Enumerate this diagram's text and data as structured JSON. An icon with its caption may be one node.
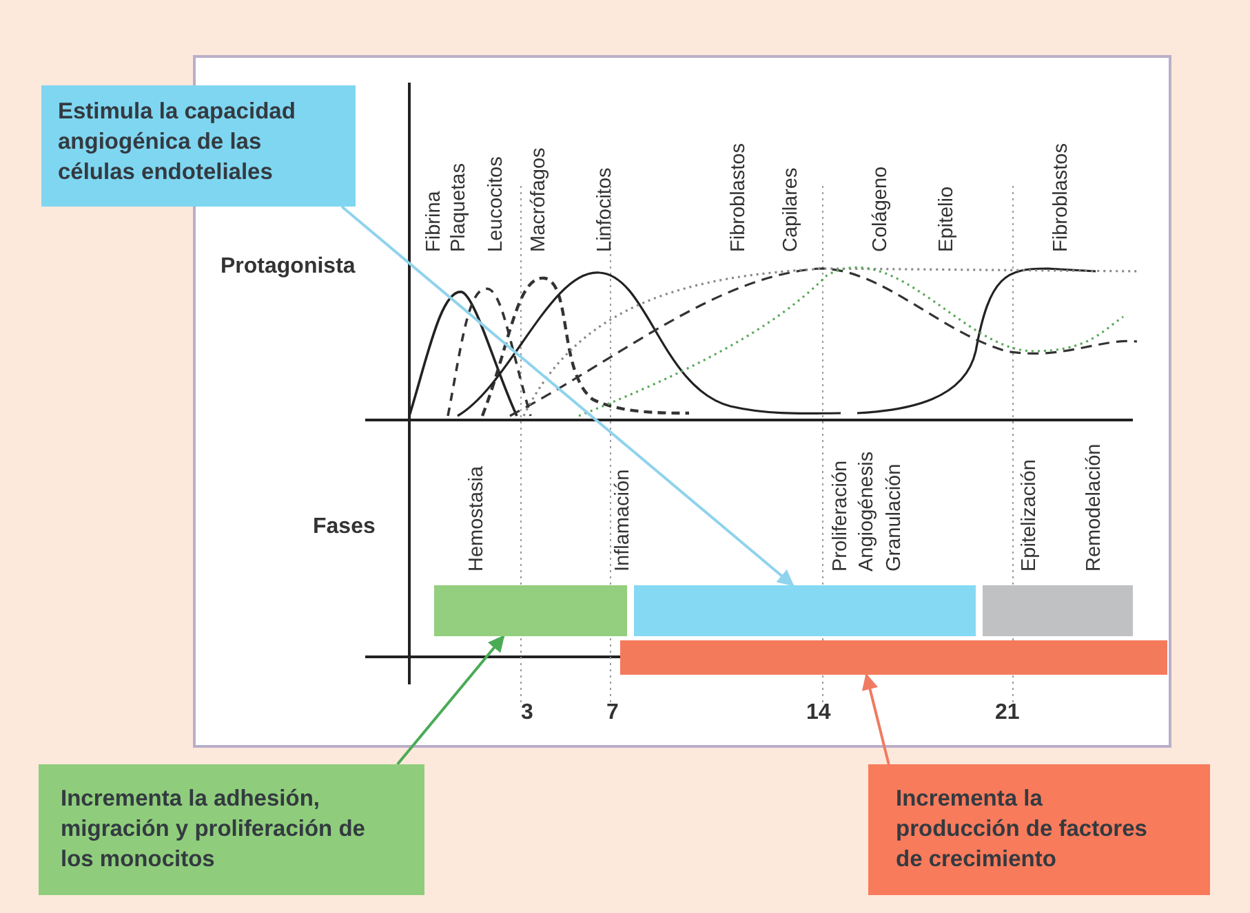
{
  "diagram": {
    "nodes": [
      {
        "text": [
          "Estimula la capacidad angiogénica de las células endoteliales"
        ]
      },
      {
        "text": [],
        "shape": "bar"
      },
      {
        "text": [],
        "shape": "bar"
      },
      {
        "text": [],
        "shape": "bar"
      },
      {
        "text": [],
        "shape": "bar"
      },
      {
        "text": [
          "Incrementa la adhesión, migración y proliferación de los monocitos"
        ]
      },
      {
        "text": [
          "Incrementa la producción de factores de crecimiento"
        ]
      }
    ],
    "edges": [
      {
        "from": 0,
        "to": 2,
        "arrow": "to",
        "color": "#8fd3ec"
      },
      {
        "from": 5,
        "to": 1,
        "arrow": "to",
        "color": "#4aab55"
      },
      {
        "from": 6,
        "to": 4,
        "arrow": "to",
        "color": "#f07a62"
      }
    ],
    "labels": [
      "Fibrina",
      "Plaquetas",
      "Leucocitos",
      "Macrófagos",
      "Linfocitos",
      "Fibroblastos",
      "Capilares",
      "Colágeno",
      "Epitelio",
      "Fibroblastos",
      "Protagonista",
      "Hemostasia",
      "Inflamación",
      "Proliferación",
      "Angiogénesis",
      "Granulación",
      "Epitelización",
      "Remodelación",
      "Fases",
      "3",
      "7",
      "14",
      "21"
    ]
  }
}
